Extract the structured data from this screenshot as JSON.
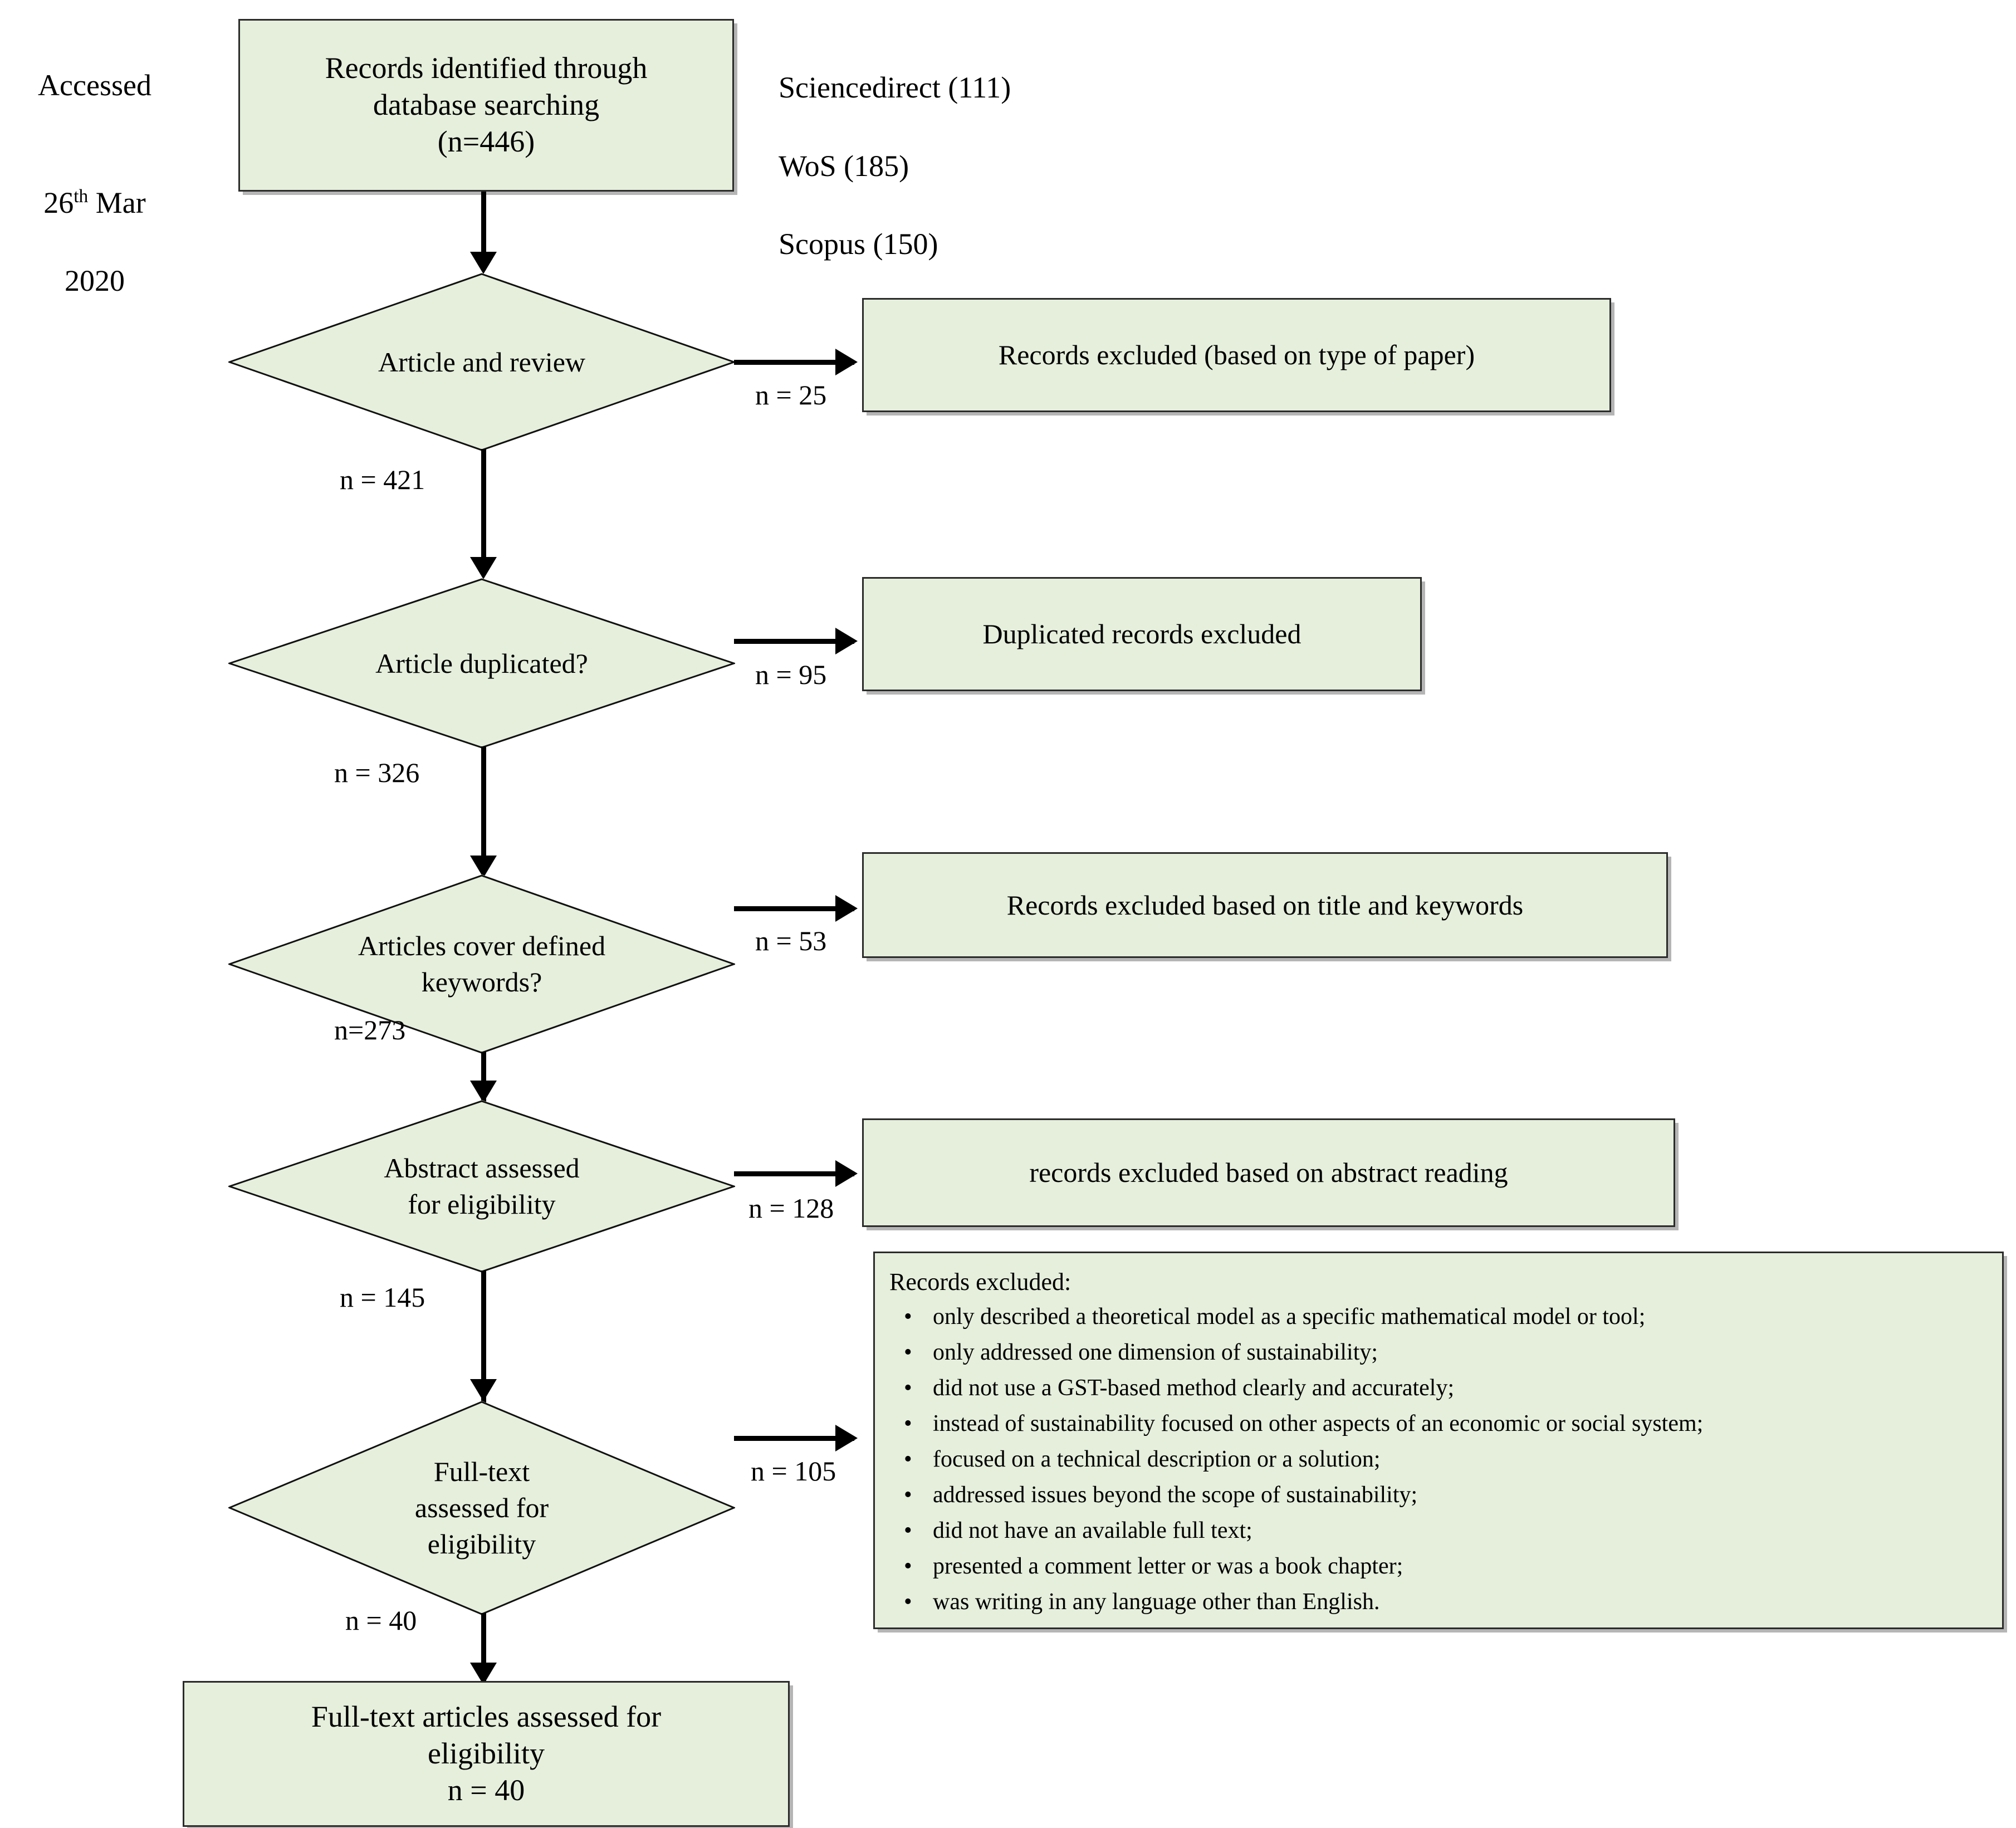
{
  "diagram": {
    "title": "PRISMA study selection flow",
    "accent_fill": "#e5efdc",
    "border_color": "#2b2b2b",
    "access_note": {
      "line1": "Accessed",
      "line2_num": "26",
      "line2_sup": "th",
      "line2_rest": " Mar",
      "line3": "2020"
    },
    "databases": [
      "Sciencedirect (111)",
      "WoS (185)",
      "Scopus (150)"
    ],
    "boxes": {
      "identified": "Records identified through\ndatabase searching\n(n=446)",
      "excluded_type": "Records excluded (based on type of paper)",
      "excluded_duplicates": "Duplicated records excluded",
      "excluded_title_keywords": "Records excluded based on title and keywords",
      "excluded_abstract": "records excluded based on abstract reading",
      "final": "Full-text articles assessed for\neligibility\nn = 40"
    },
    "diamonds": {
      "article_review": "Article and review",
      "duplicated": "Article duplicated?",
      "keywords": "Articles cover defined\nkeywords?",
      "abstract": "Abstract assessed\nfor eligibility",
      "fulltext": "Full-text\nassessed for\neligibility"
    },
    "flow_labels": {
      "out_type": "n = 25",
      "down_421": "n = 421",
      "out_duplicates": "n = 95",
      "down_326": "n = 326",
      "out_keywords": "n = 53",
      "down_273": "n=273",
      "out_abstract": "n = 128",
      "down_145": "n = 145",
      "out_fulltext": "n = 105",
      "down_40": "n = 40"
    },
    "exclusion_list": {
      "title": "Records excluded:",
      "bullet_glyph": "•",
      "items": [
        "only described a theoretical model as a specific mathematical model or tool;",
        "only addressed one dimension of sustainability;",
        "did not use a GST-based method clearly and accurately;",
        "instead of sustainability focused on other aspects of an economic or social system;",
        "focused on a technical description or a solution;",
        "addressed issues beyond the scope of sustainability;",
        "did not have an available full text;",
        "presented a comment letter or was a book chapter;",
        "was writing in any language other than English."
      ]
    }
  }
}
